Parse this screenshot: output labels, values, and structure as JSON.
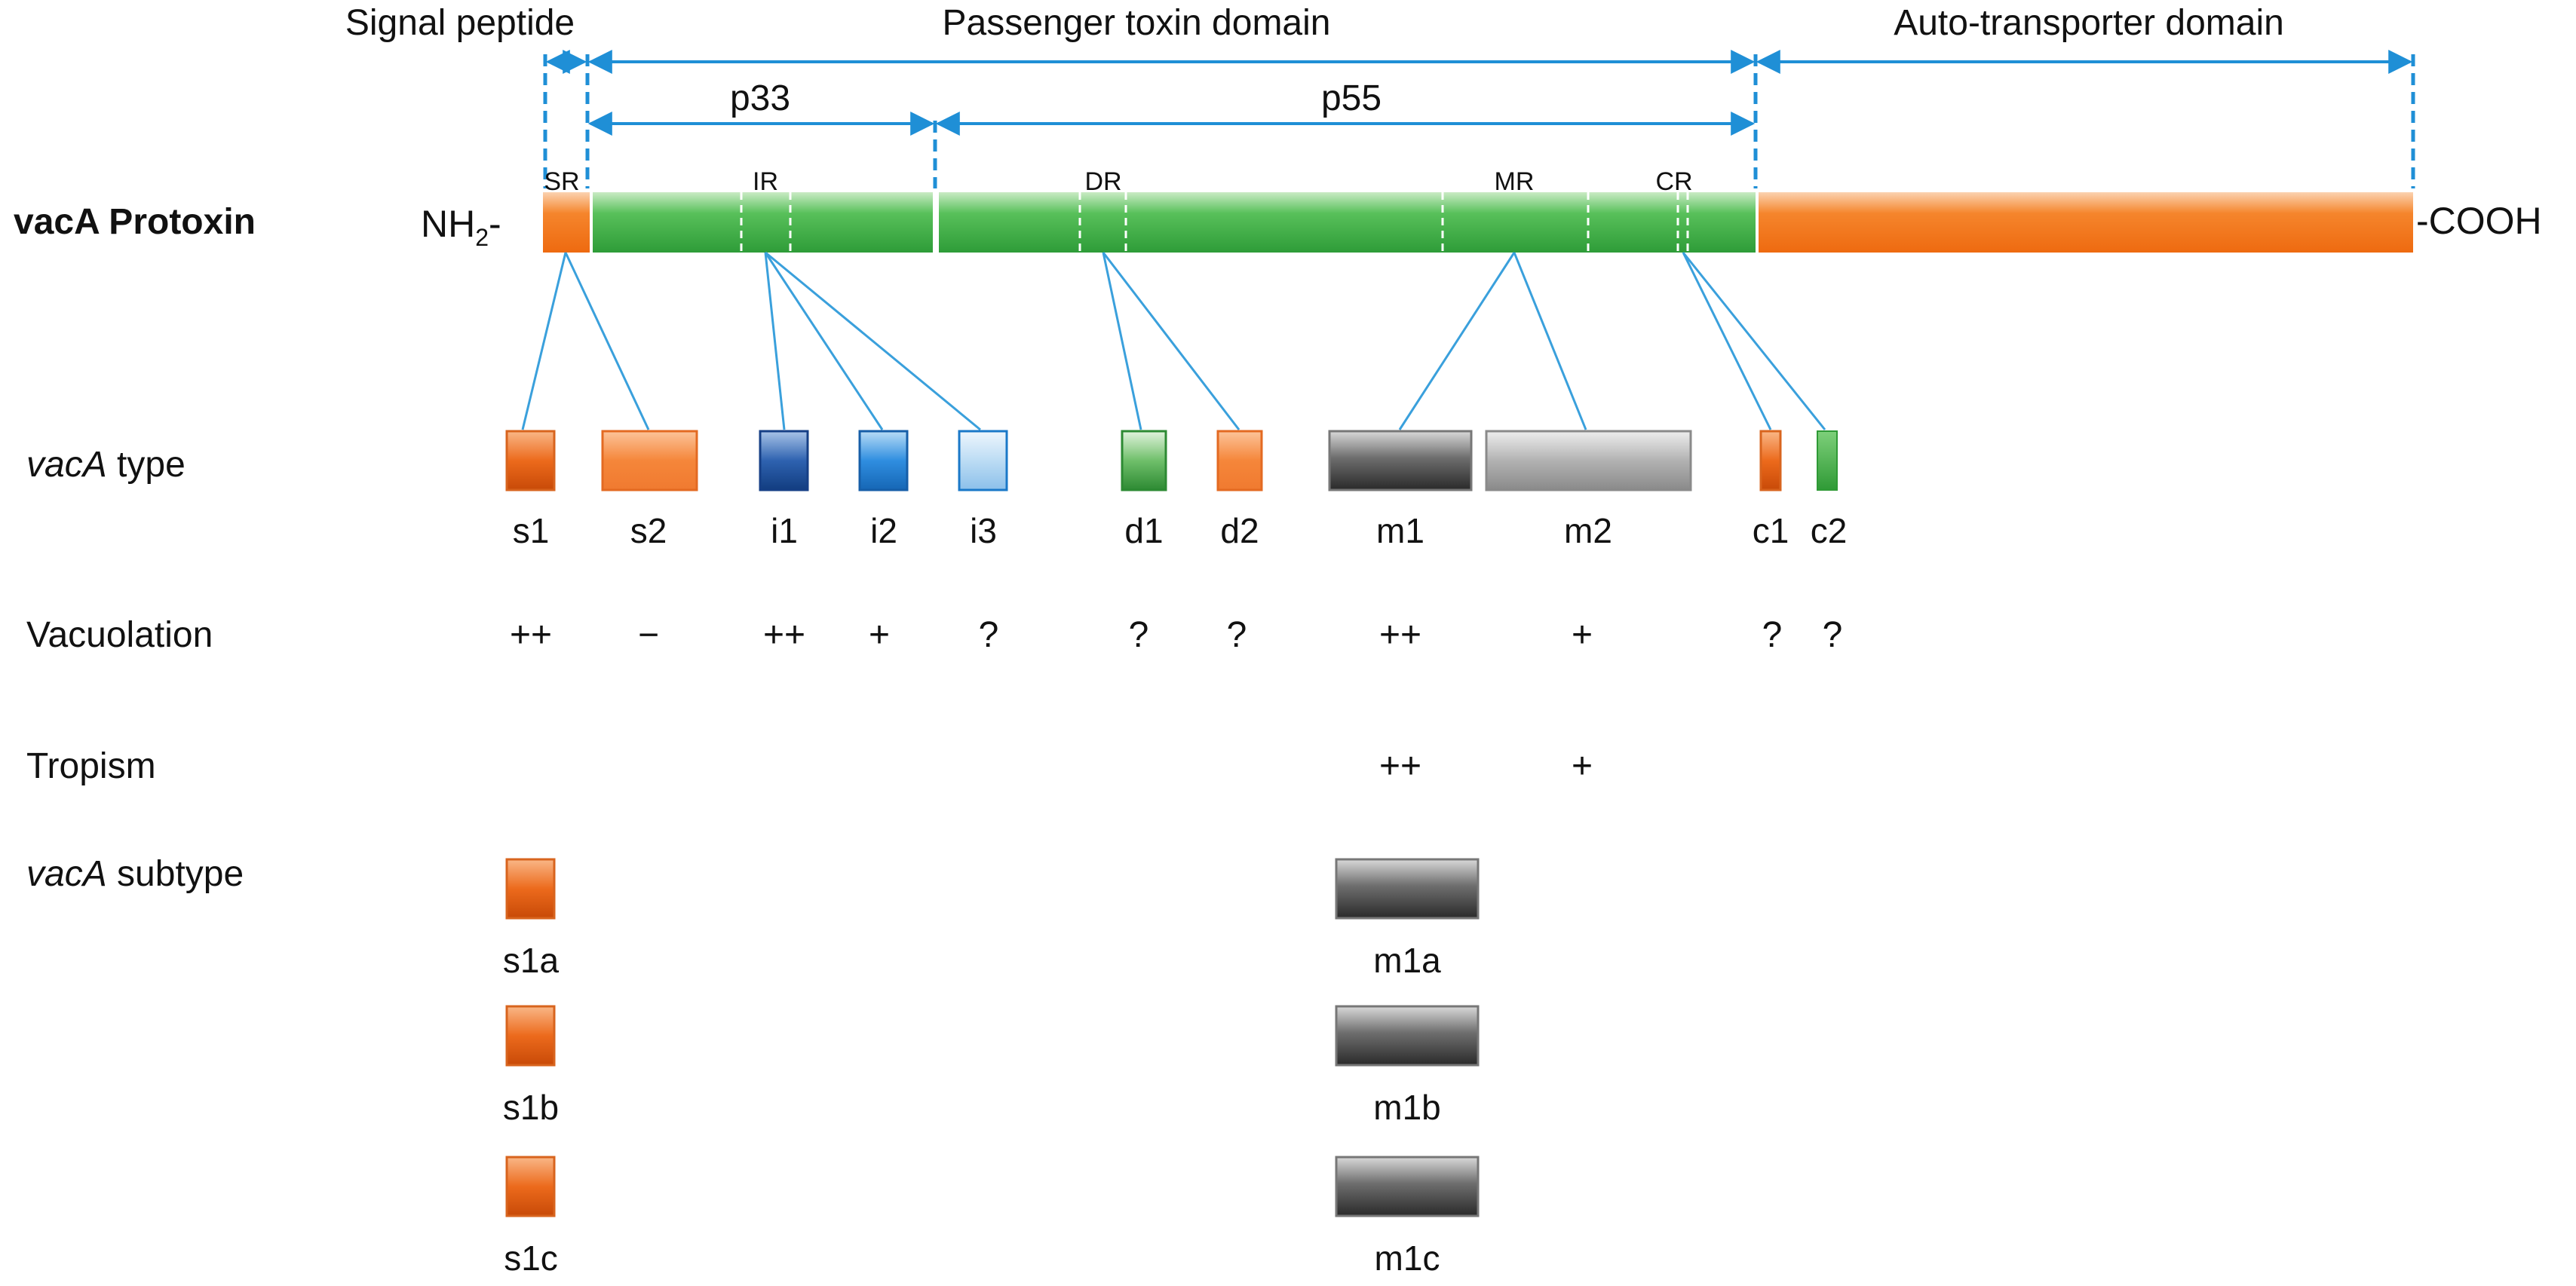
{
  "domains": {
    "signal": "Signal peptide",
    "passenger": "Passenger toxin domain",
    "auto": "Auto-transporter domain",
    "p33": "p33",
    "p55": "p55"
  },
  "protoxin": {
    "title": "vacA Protoxin",
    "nh2_text": "NH",
    "nh2_sub": "2",
    "nh2_dash": "-",
    "cooh": "-COOH",
    "regions": {
      "sr": "SR",
      "ir": "IR",
      "dr": "DR",
      "mr": "MR",
      "cr": "CR"
    }
  },
  "rows": {
    "type_italic": "vacA",
    "type_rest": " type",
    "vacuolation": "Vacuolation",
    "tropism": "Tropism",
    "subtype_italic": "vacA",
    "subtype_rest": " subtype"
  },
  "types": [
    {
      "label": "s1",
      "vacuolation": "++",
      "color": "#e05a12"
    },
    {
      "label": "s2",
      "vacuolation": "−",
      "color": "#f07a30"
    },
    {
      "label": "i1",
      "vacuolation": "++",
      "color": "#1a4f9c"
    },
    {
      "label": "i2",
      "vacuolation": "+",
      "color": "#1f7fd0"
    },
    {
      "label": "i3",
      "vacuolation": "?",
      "color": "#9cc9ec"
    },
    {
      "label": "d1",
      "vacuolation": "?",
      "color": "#3a9a3a"
    },
    {
      "label": "d2",
      "vacuolation": "?",
      "color": "#f07a30"
    },
    {
      "label": "m1",
      "vacuolation": "++",
      "tropism": "++",
      "color": "#3a3a3a"
    },
    {
      "label": "m2",
      "vacuolation": "+",
      "tropism": "+",
      "color": "#9a9a9a"
    },
    {
      "label": "c1",
      "vacuolation": "?",
      "color": "#e05a12"
    },
    {
      "label": "c2",
      "vacuolation": "?",
      "color": "#3aaa3a"
    }
  ],
  "subtypes": {
    "s": [
      "s1a",
      "s1b",
      "s1c"
    ],
    "m": [
      "m1a",
      "m1b",
      "m1c"
    ]
  },
  "colors": {
    "orange": "#f07a20",
    "green": "#3fb04a",
    "blue_arrow": "#1f8fd6",
    "connector": "#3aa0dc"
  }
}
